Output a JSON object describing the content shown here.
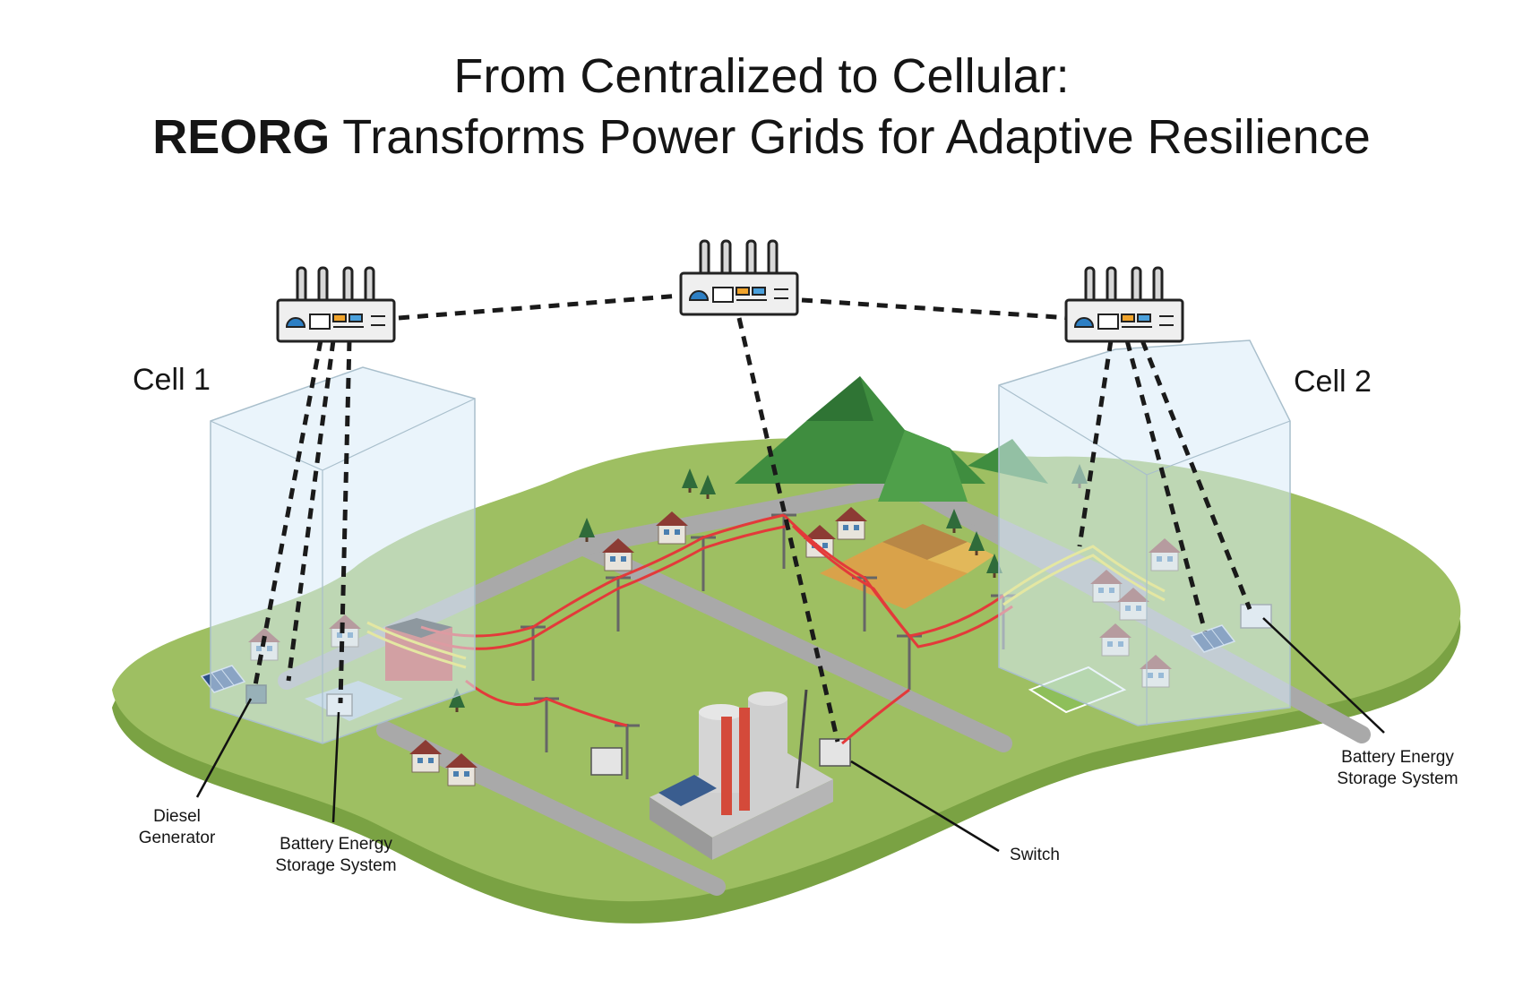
{
  "title": {
    "line1": "From Centralized to Cellular:",
    "line2_bold": "REORG",
    "line2_rest": " Transforms Power Grids for Adaptive Resilience"
  },
  "cells": [
    {
      "label": "Cell 1"
    },
    {
      "label": "Cell 2"
    }
  ],
  "callouts": {
    "diesel_generator": [
      "Diesel",
      "Generator"
    ],
    "battery_left": [
      "Battery Energy",
      "Storage System"
    ],
    "switch": "Switch",
    "battery_right": [
      "Battery Energy",
      "Storage System"
    ]
  },
  "colors": {
    "ground": "#9ebf62",
    "ground_edge": "#7aa243",
    "road": "#a9a9a9",
    "mountain": "#3f8d3f",
    "power_line": "#e33a3a",
    "local_line": "#f2e23a",
    "cell_glass": "#d8ebf7",
    "router": "#eeeeee"
  },
  "icons": [
    "router-icon",
    "solar-panel-icon",
    "house-icon",
    "factory-icon",
    "tree-icon",
    "mountain-icon",
    "transmission-tower-icon",
    "battery-icon",
    "generator-icon"
  ]
}
